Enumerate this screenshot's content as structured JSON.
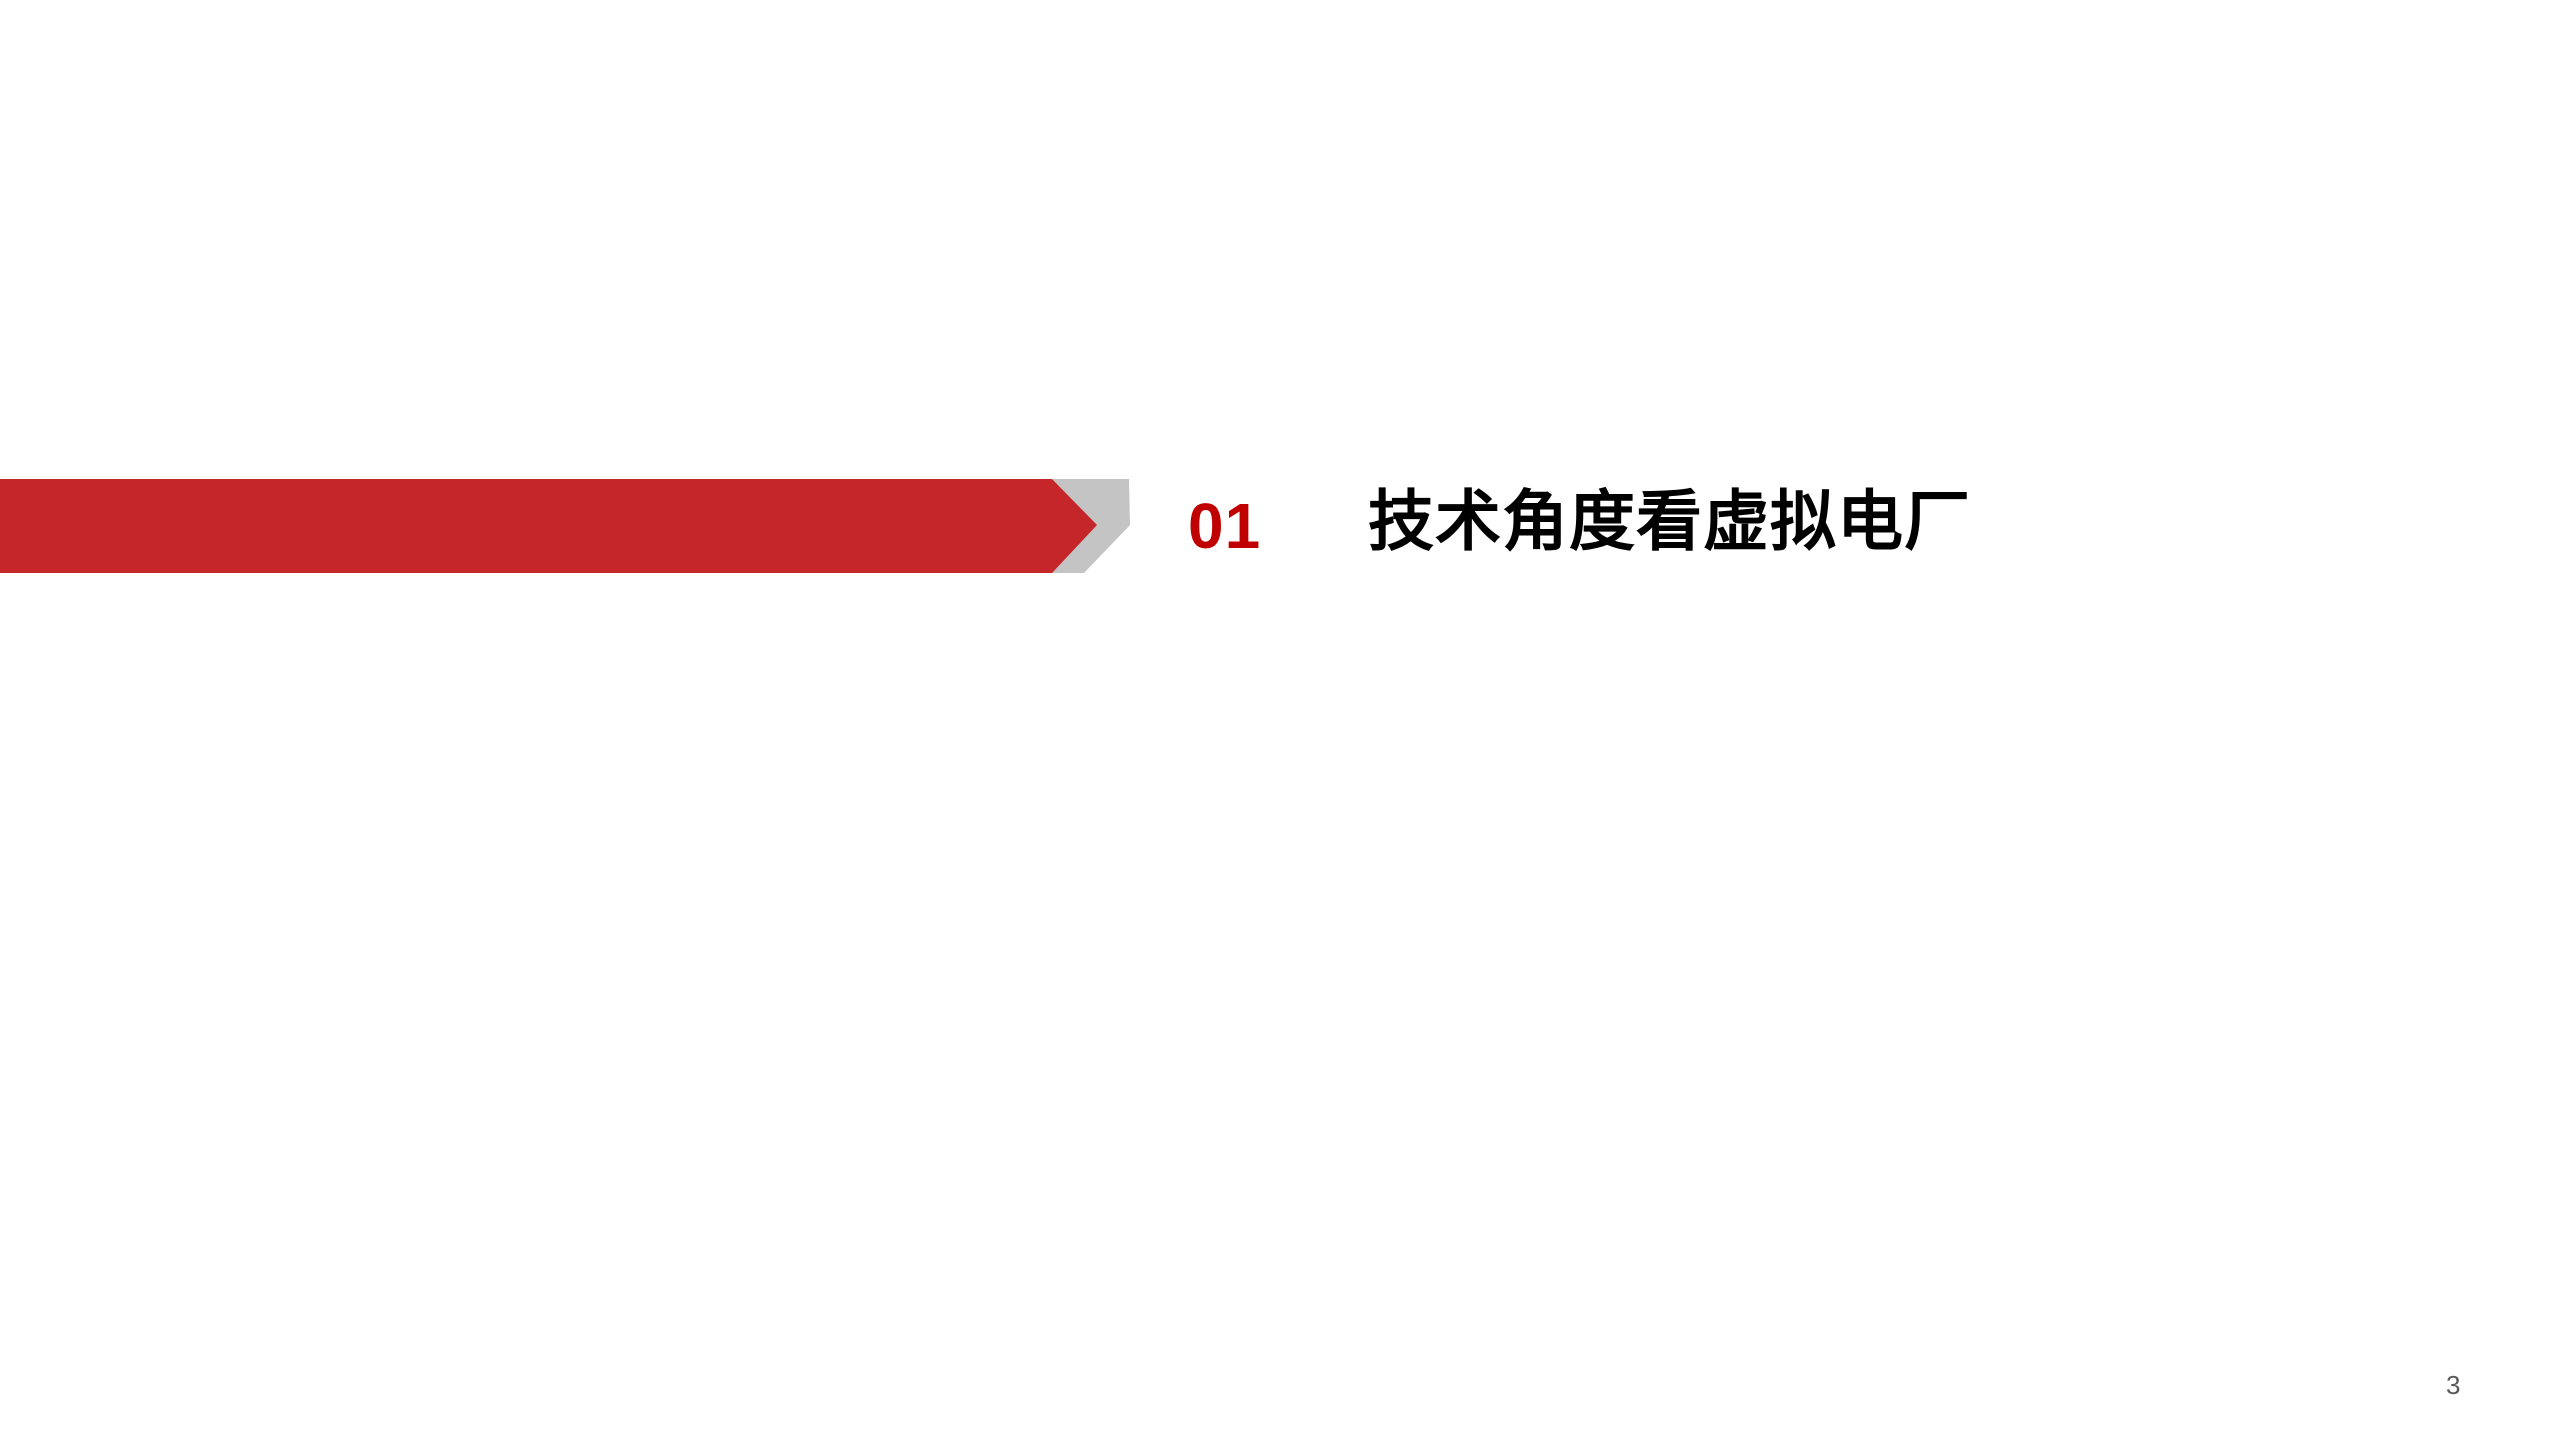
{
  "section": {
    "number": "01",
    "title": "技术角度看虚拟电厂",
    "number_color": "#c00000"
  },
  "banner": {
    "primary_color": "#c4262a",
    "chevron_color": "#c4c4c4"
  },
  "footer": {
    "page_number": "3"
  }
}
